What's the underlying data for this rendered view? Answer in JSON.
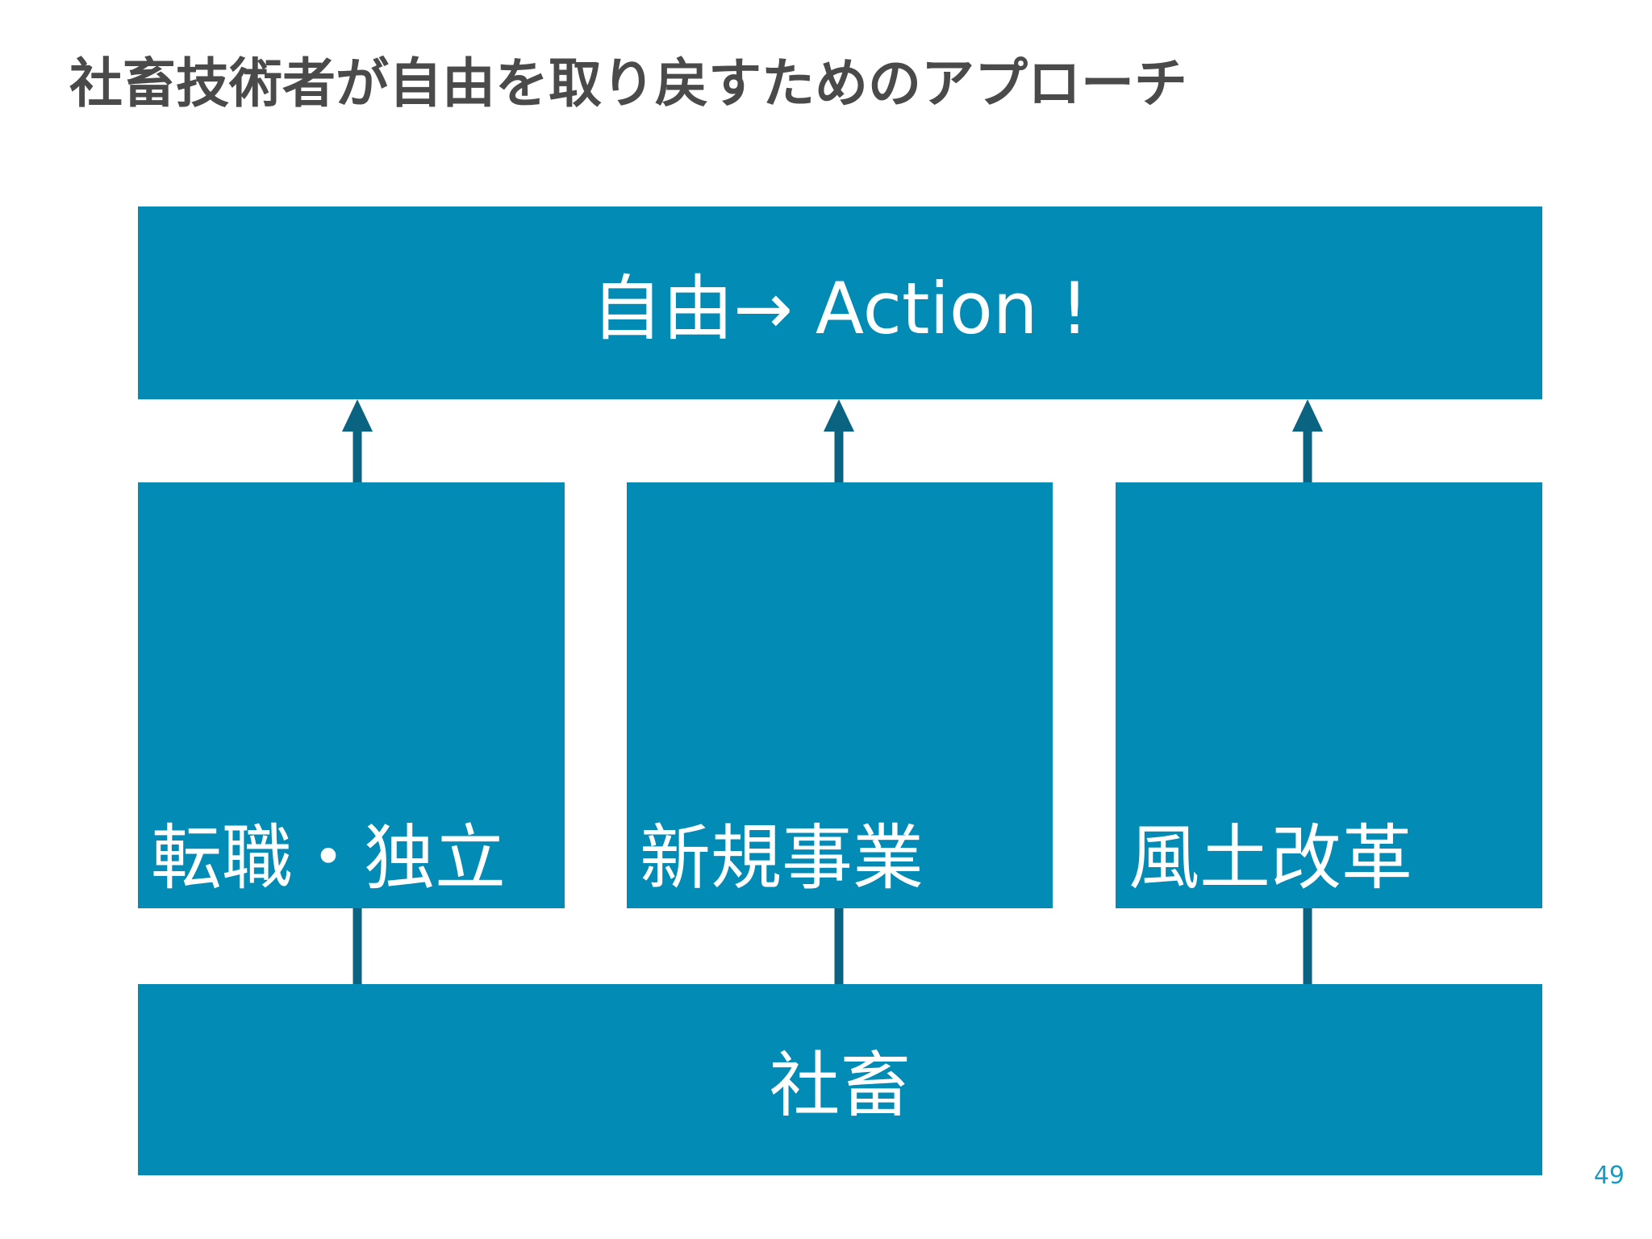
{
  "title": "社畜技術者が自由を取り戻すためのアプローチ",
  "top_box": {
    "label": "自由→ Action !"
  },
  "columns": [
    {
      "label": "転職・独立"
    },
    {
      "label": "新規事業"
    },
    {
      "label": "風土改革"
    }
  ],
  "bottom_box": {
    "label": "社畜"
  },
  "page_number": "49",
  "colors": {
    "box": "#028bb5",
    "arrow": "#0a6381",
    "title_text": "#4a4a4a",
    "page_number": "#1a9bc4"
  }
}
